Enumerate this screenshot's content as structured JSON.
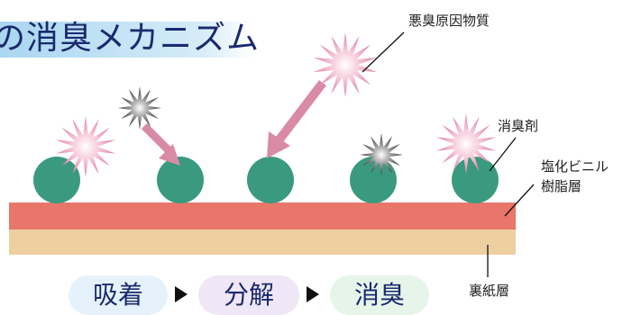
{
  "title": "の消臭メカニズム",
  "labels": {
    "malodor": "悪臭原因物質",
    "deodorant": "消臭剤",
    "pvc_line1": "塩化ビニル",
    "pvc_line2": "樹脂層",
    "backing": "裏紙層"
  },
  "steps": [
    {
      "label": "吸着"
    },
    {
      "label": "分解"
    },
    {
      "label": "消臭"
    }
  ],
  "colors": {
    "title_text": "#1a2a6e",
    "title_highlight": "#a9d6f0",
    "pvc_layer": "#e8766a",
    "backing_layer": "#edcfa0",
    "deodorant_ball": "#3a9a80",
    "malodor_pink": "#e88fae",
    "malodor_gray": "#6b6b6b",
    "arrow": "#d98aa4",
    "step1_bg": "#e6f2fb",
    "step2_bg": "#efe6f6",
    "step3_bg": "#e6f5ea"
  }
}
